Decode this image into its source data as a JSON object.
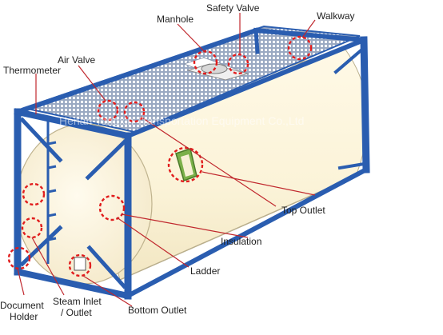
{
  "watermark": "Henan Tongxin Transportation Equipment Co.,Ltd",
  "labels": {
    "manhole": "Manhole",
    "safety_valve": "Safety Valve",
    "walkway": "Walkway",
    "air_valve": "Air Valve",
    "thermometer": "Thermometer",
    "top_outlet": "Top Outlet",
    "insulation": "Insulation",
    "ladder": "Ladder",
    "document_holder_1": "Document",
    "document_holder_2": "Holder",
    "steam_1": "Steam Inlet",
    "steam_2": "/ Outlet",
    "bottom_outlet": "Bottom Outlet"
  },
  "colors": {
    "frame": "#2a5db0",
    "frame_dark": "#1d4690",
    "tank": "#fbf4dc",
    "callout": "#e11c1c",
    "leader": "#c0272d"
  }
}
